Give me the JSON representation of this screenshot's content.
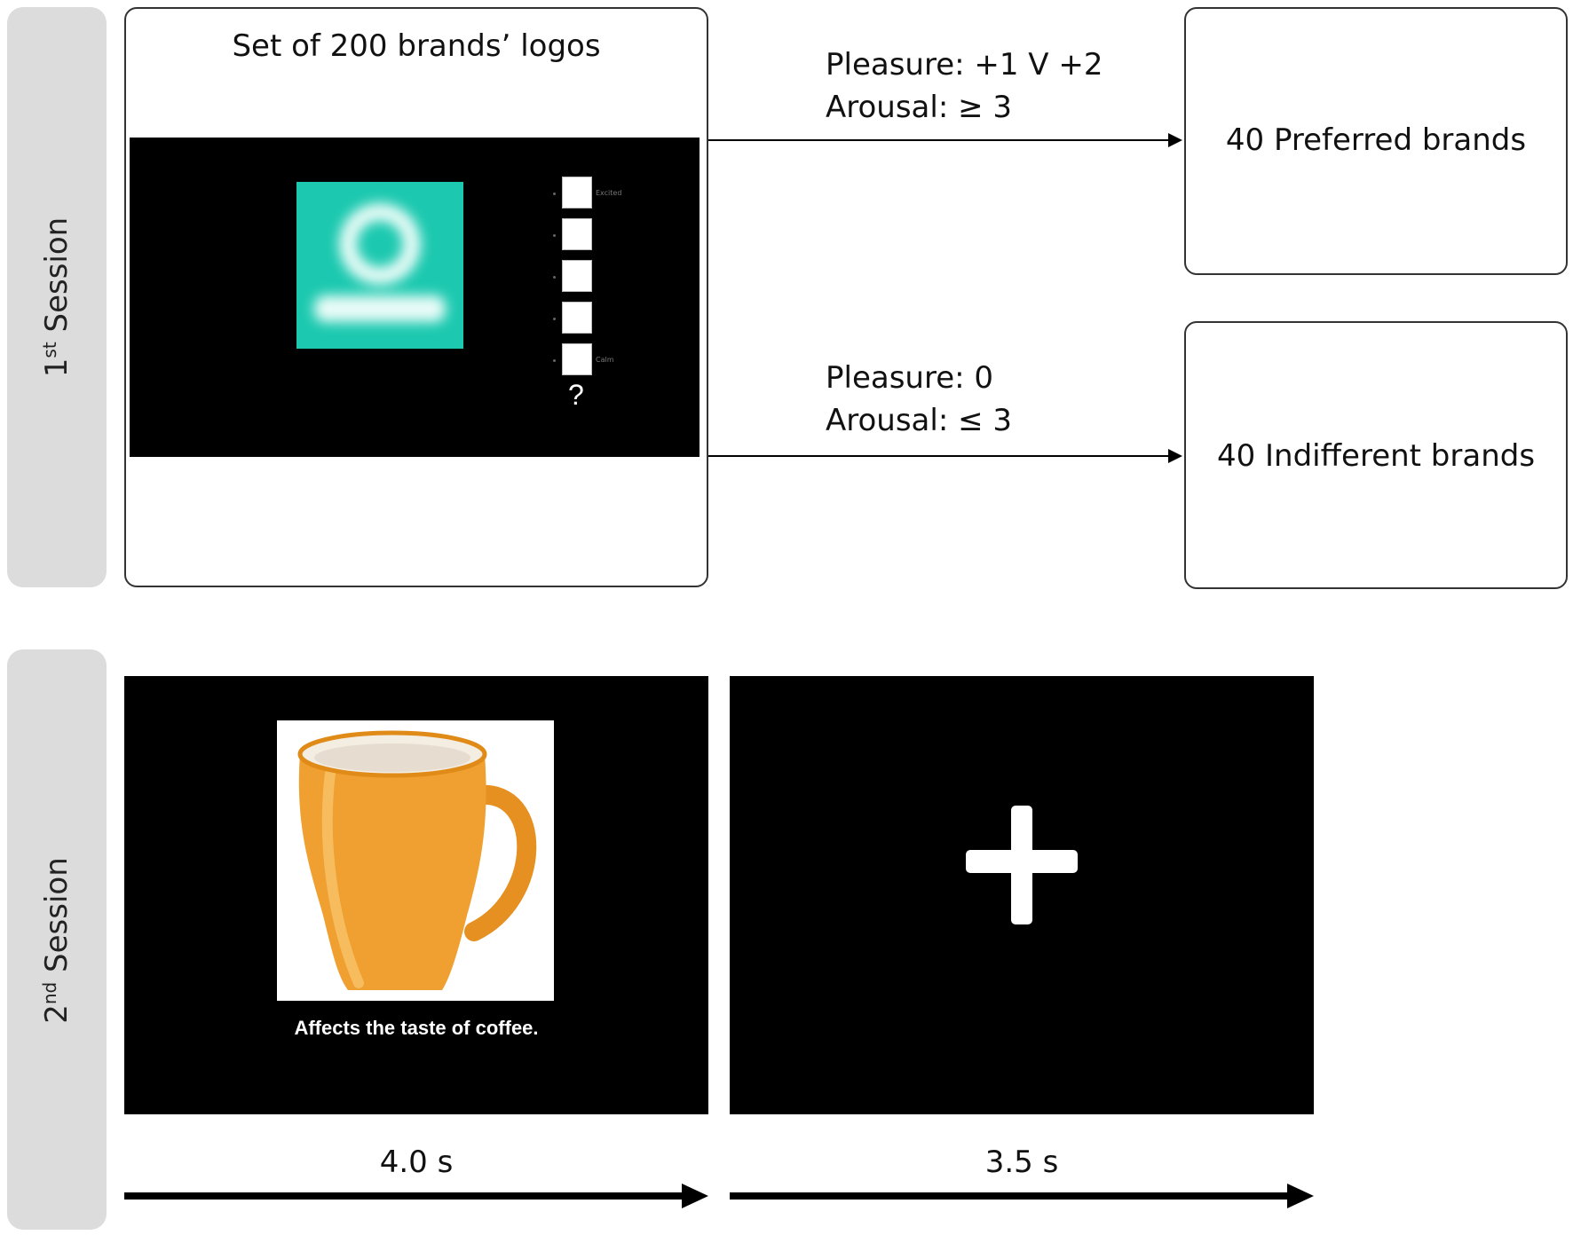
{
  "session1": {
    "label_main": "1",
    "label_sup": "st",
    "label_rest": " Session",
    "logo_set_title": "Set of 200 brands’ logos",
    "rating_question": "?",
    "sam_top_label": "Excited",
    "sam_bottom_label": "Calm",
    "preferred": {
      "criteria_line1": "Pleasure: +1 V +2",
      "criteria_line2": "Arousal: ≥ 3",
      "outcome": "40 Preferred brands"
    },
    "indifferent": {
      "criteria_line1": "Pleasure: 0",
      "criteria_line2": "Arousal: ≤ 3",
      "outcome": "40 Indifferent brands"
    }
  },
  "session2": {
    "label_main": "2",
    "label_sup": "nd",
    "label_rest": " Session",
    "stimulus_caption": "Affects the taste of coffee.",
    "stimulus_duration": "4.0 s",
    "fixation_duration": "3.5 s"
  },
  "colors": {
    "logo_teal": "#1cc9b0",
    "mug_orange": "#f0a030",
    "band_gray": "#dcdcdc"
  }
}
